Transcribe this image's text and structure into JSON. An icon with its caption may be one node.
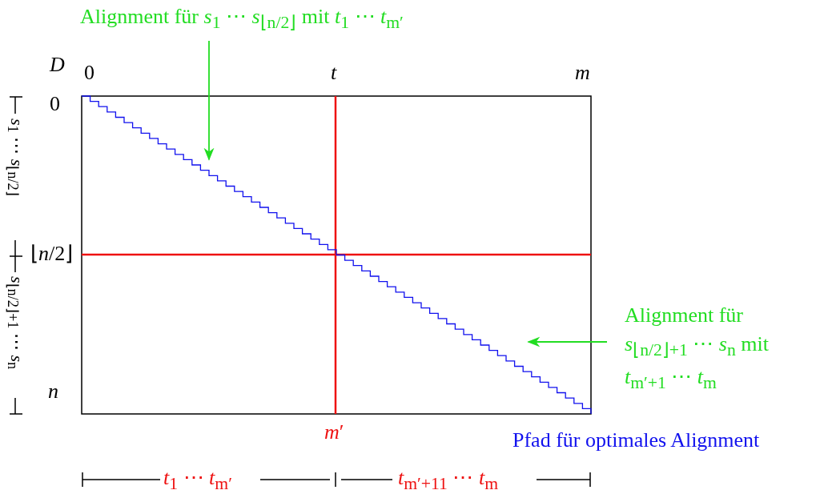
{
  "diagram": {
    "nodes": [
      {
        "text": [
          "Alignment für *s*$_{1}$ ⋯ *s*$_{⌊n/2⌋}$ mit *t*$_{1}$ ⋯ *t*$_{m′}$"
        ]
      },
      {
        "text": [],
        "shape": "line"
      },
      {
        "text": [
          "Alignment für *s*$_{⌊n/2⌋+1}$ ⋯ *s*$_{n}$ mit *t*$_{m′+1}$ ⋯ *t*$_{m}$"
        ]
      },
      {
        "text": [],
        "shape": "line"
      }
    ],
    "edges": [
      {
        "from": 0,
        "to": 1,
        "arrow": "to"
      },
      {
        "from": 2,
        "to": 3,
        "arrow": "to"
      }
    ],
    "labels": [
      "*D*",
      "0",
      "*t*",
      "*m*",
      "0",
      "⌊*n*/2⌋",
      "*n*",
      "*m*′",
      "Pfad für optimales Alignment",
      "*s*$_{1}$ ⋯ *s*$_{⌊n/2⌋}$",
      "*s*$_{⌊n/2⌋+1}$ ⋯ *s*$_{n}$",
      "*t*$_{1}$ ⋯ *t*$_{m′}$",
      "*t*$_{m′+11}$ ⋯ *t*$_{m}$"
    ]
  }
}
